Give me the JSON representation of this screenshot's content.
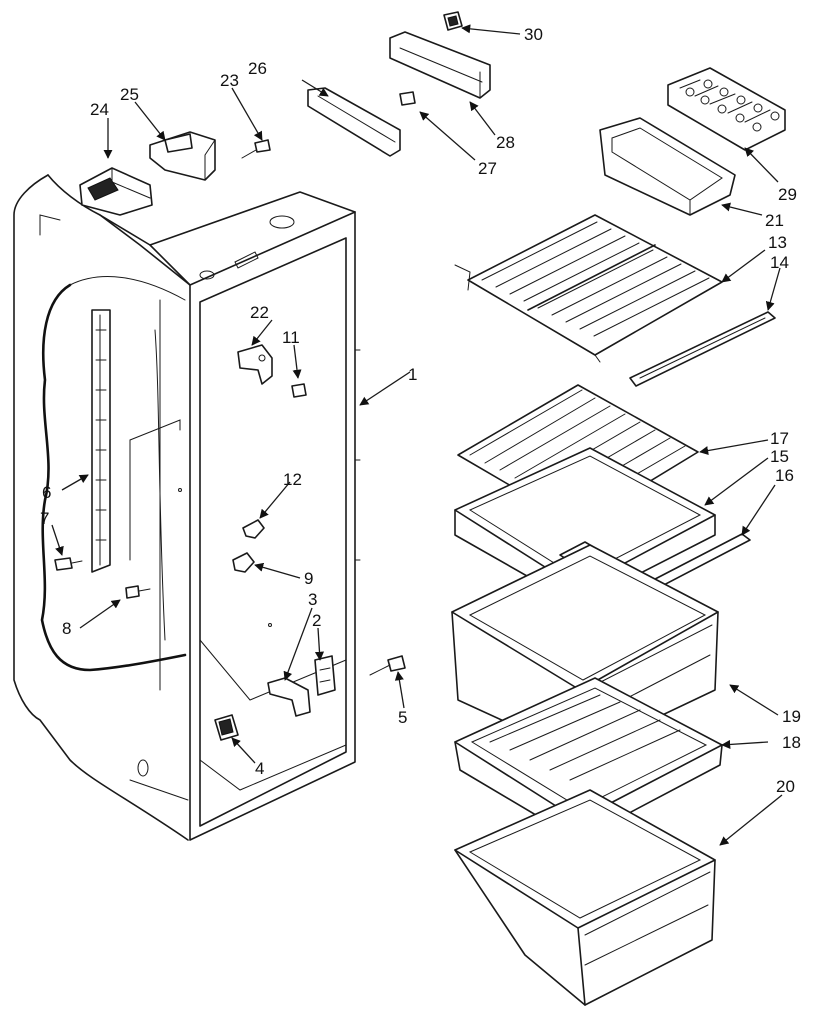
{
  "callouts": {
    "c1": "1",
    "c2": "2",
    "c3": "3",
    "c4": "4",
    "c5": "5",
    "c6": "6",
    "c7": "7",
    "c8": "8",
    "c9": "9",
    "c11": "11",
    "c12": "12",
    "c13": "13",
    "c14": "14",
    "c15": "15",
    "c16": "16",
    "c17": "17",
    "c18": "18",
    "c19": "19",
    "c20": "20",
    "c21": "21",
    "c22": "22",
    "c23": "23",
    "c24": "24",
    "c25": "25",
    "c26": "26",
    "c27": "27",
    "c28": "28",
    "c29": "29",
    "c30": "30"
  }
}
